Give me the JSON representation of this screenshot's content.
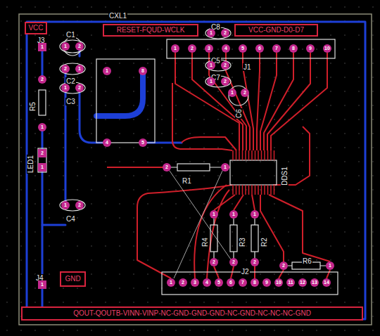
{
  "diagram": {
    "nodes": [
      {
        "text": [
          "VCC"
        ]
      },
      {
        "text": [
          "RESET-FQUD-WCLK"
        ]
      },
      {
        "text": [
          "VCC-GND-D0-D7"
        ]
      },
      {
        "text": [
          "GND"
        ]
      },
      {
        "text": [
          "QOUT-QOUTB-VINN-VINP-NC-GND-GND-GND-NC-GND-NC-NC-NC-GND"
        ]
      }
    ],
    "labels": [
      "CXL1",
      "J3",
      "1",
      "C1",
      "1",
      "2",
      "2",
      "1",
      "C2",
      "1",
      "2",
      "C3",
      "C8",
      "1",
      "2",
      "1",
      "2",
      "3",
      "4",
      "5",
      "6",
      "7",
      "8",
      "9",
      "10",
      "C5",
      "1",
      "2",
      "C7",
      "1",
      "2",
      "J1",
      "1",
      "2",
      "C6",
      "1",
      "8",
      "4",
      "5",
      "2",
      "R5",
      "1",
      "LED1",
      "2",
      "1",
      "2",
      "R1",
      "1",
      "DDS1",
      "C4",
      "1",
      "2",
      "1",
      "R4",
      "2",
      "1",
      "R3",
      "2",
      "1",
      "R2",
      "2",
      "2",
      "R6",
      "1",
      "J2",
      "1",
      "2",
      "3",
      "4",
      "5",
      "6",
      "7",
      "8",
      "9",
      "10",
      "11",
      "12",
      "13",
      "14",
      "J4",
      "1"
    ]
  }
}
